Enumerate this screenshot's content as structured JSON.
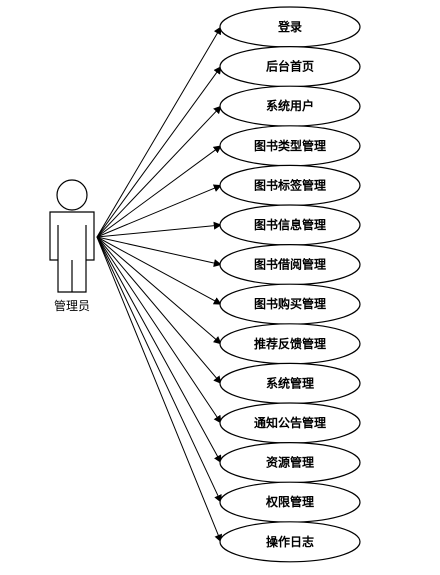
{
  "actor": {
    "label": "管理员"
  },
  "use_cases": [
    {
      "label": "登录"
    },
    {
      "label": "后台首页"
    },
    {
      "label": "系统用户"
    },
    {
      "label": "图书类型管理"
    },
    {
      "label": "图书标签管理"
    },
    {
      "label": "图书信息管理"
    },
    {
      "label": "图书借阅管理"
    },
    {
      "label": "图书购买管理"
    },
    {
      "label": "推荐反馈管理"
    },
    {
      "label": "系统管理"
    },
    {
      "label": "通知公告管理"
    },
    {
      "label": "资源管理"
    },
    {
      "label": "权限管理"
    },
    {
      "label": "操作日志"
    }
  ]
}
